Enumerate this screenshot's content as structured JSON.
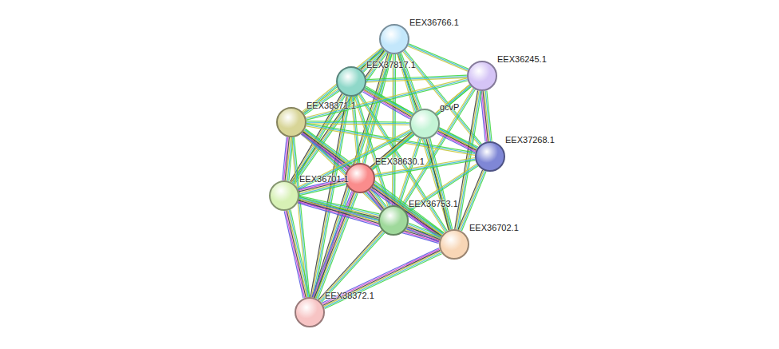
{
  "diagram": {
    "nodes": [
      {
        "text": [
          "EEX36766.1"
        ]
      },
      {
        "text": [
          "EEX37817.1"
        ]
      },
      {
        "text": [
          "EEX36245.1"
        ]
      },
      {
        "text": [
          "EEX38371.1"
        ]
      },
      {
        "text": [
          "gcvP"
        ]
      },
      {
        "text": [
          "EEX37268.1"
        ]
      },
      {
        "text": [
          "EEX38630.1"
        ]
      },
      {
        "text": [
          "EEX36701.1"
        ]
      },
      {
        "text": [
          "EEX36753.1"
        ]
      },
      {
        "text": [
          "EEX36702.1"
        ]
      },
      {
        "text": [
          "EEX38372.1"
        ]
      }
    ],
    "edges": [
      {
        "from": 0,
        "to": 1,
        "arrow": "none"
      },
      {
        "from": 0,
        "to": 2,
        "arrow": "none"
      },
      {
        "from": 0,
        "to": 3,
        "arrow": "none"
      },
      {
        "from": 0,
        "to": 4,
        "arrow": "none"
      },
      {
        "from": 0,
        "to": 5,
        "arrow": "none"
      },
      {
        "from": 0,
        "to": 6,
        "arrow": "none"
      },
      {
        "from": 0,
        "to": 7,
        "arrow": "none"
      },
      {
        "from": 0,
        "to": 8,
        "arrow": "none"
      },
      {
        "from": 0,
        "to": 9,
        "arrow": "none"
      },
      {
        "from": 0,
        "to": 10,
        "arrow": "none"
      },
      {
        "from": 1,
        "to": 2,
        "arrow": "none"
      },
      {
        "from": 1,
        "to": 3,
        "arrow": "none"
      },
      {
        "from": 1,
        "to": 4,
        "arrow": "none"
      },
      {
        "from": 1,
        "to": 5,
        "arrow": "none"
      },
      {
        "from": 1,
        "to": 6,
        "arrow": "none"
      },
      {
        "from": 1,
        "to": 7,
        "arrow": "none"
      },
      {
        "from": 1,
        "to": 8,
        "arrow": "none"
      },
      {
        "from": 1,
        "to": 9,
        "arrow": "none"
      },
      {
        "from": 1,
        "to": 10,
        "arrow": "none"
      },
      {
        "from": 2,
        "to": 3,
        "arrow": "none"
      },
      {
        "from": 2,
        "to": 4,
        "arrow": "none"
      },
      {
        "from": 2,
        "to": 5,
        "arrow": "none"
      },
      {
        "from": 2,
        "to": 6,
        "arrow": "none"
      },
      {
        "from": 2,
        "to": 8,
        "arrow": "none"
      },
      {
        "from": 2,
        "to": 9,
        "arrow": "none"
      },
      {
        "from": 3,
        "to": 4,
        "arrow": "none"
      },
      {
        "from": 3,
        "to": 5,
        "arrow": "none"
      },
      {
        "from": 3,
        "to": 6,
        "arrow": "none"
      },
      {
        "from": 3,
        "to": 7,
        "arrow": "none"
      },
      {
        "from": 3,
        "to": 8,
        "arrow": "none"
      },
      {
        "from": 3,
        "to": 9,
        "arrow": "none"
      },
      {
        "from": 3,
        "to": 10,
        "arrow": "none"
      },
      {
        "from": 4,
        "to": 5,
        "arrow": "none"
      },
      {
        "from": 4,
        "to": 6,
        "arrow": "none"
      },
      {
        "from": 4,
        "to": 7,
        "arrow": "none"
      },
      {
        "from": 4,
        "to": 8,
        "arrow": "none"
      },
      {
        "from": 4,
        "to": 9,
        "arrow": "none"
      },
      {
        "from": 5,
        "to": 6,
        "arrow": "none"
      },
      {
        "from": 5,
        "to": 8,
        "arrow": "none"
      },
      {
        "from": 5,
        "to": 9,
        "arrow": "none"
      },
      {
        "from": 6,
        "to": 7,
        "arrow": "none"
      },
      {
        "from": 6,
        "to": 8,
        "arrow": "none"
      },
      {
        "from": 6,
        "to": 9,
        "arrow": "none"
      },
      {
        "from": 6,
        "to": 10,
        "arrow": "none"
      },
      {
        "from": 7,
        "to": 8,
        "arrow": "none"
      },
      {
        "from": 7,
        "to": 9,
        "arrow": "none"
      },
      {
        "from": 7,
        "to": 10,
        "arrow": "none"
      },
      {
        "from": 8,
        "to": 9,
        "arrow": "none"
      },
      {
        "from": 8,
        "to": 10,
        "arrow": "none"
      },
      {
        "from": 9,
        "to": 10,
        "arrow": "none"
      }
    ]
  }
}
